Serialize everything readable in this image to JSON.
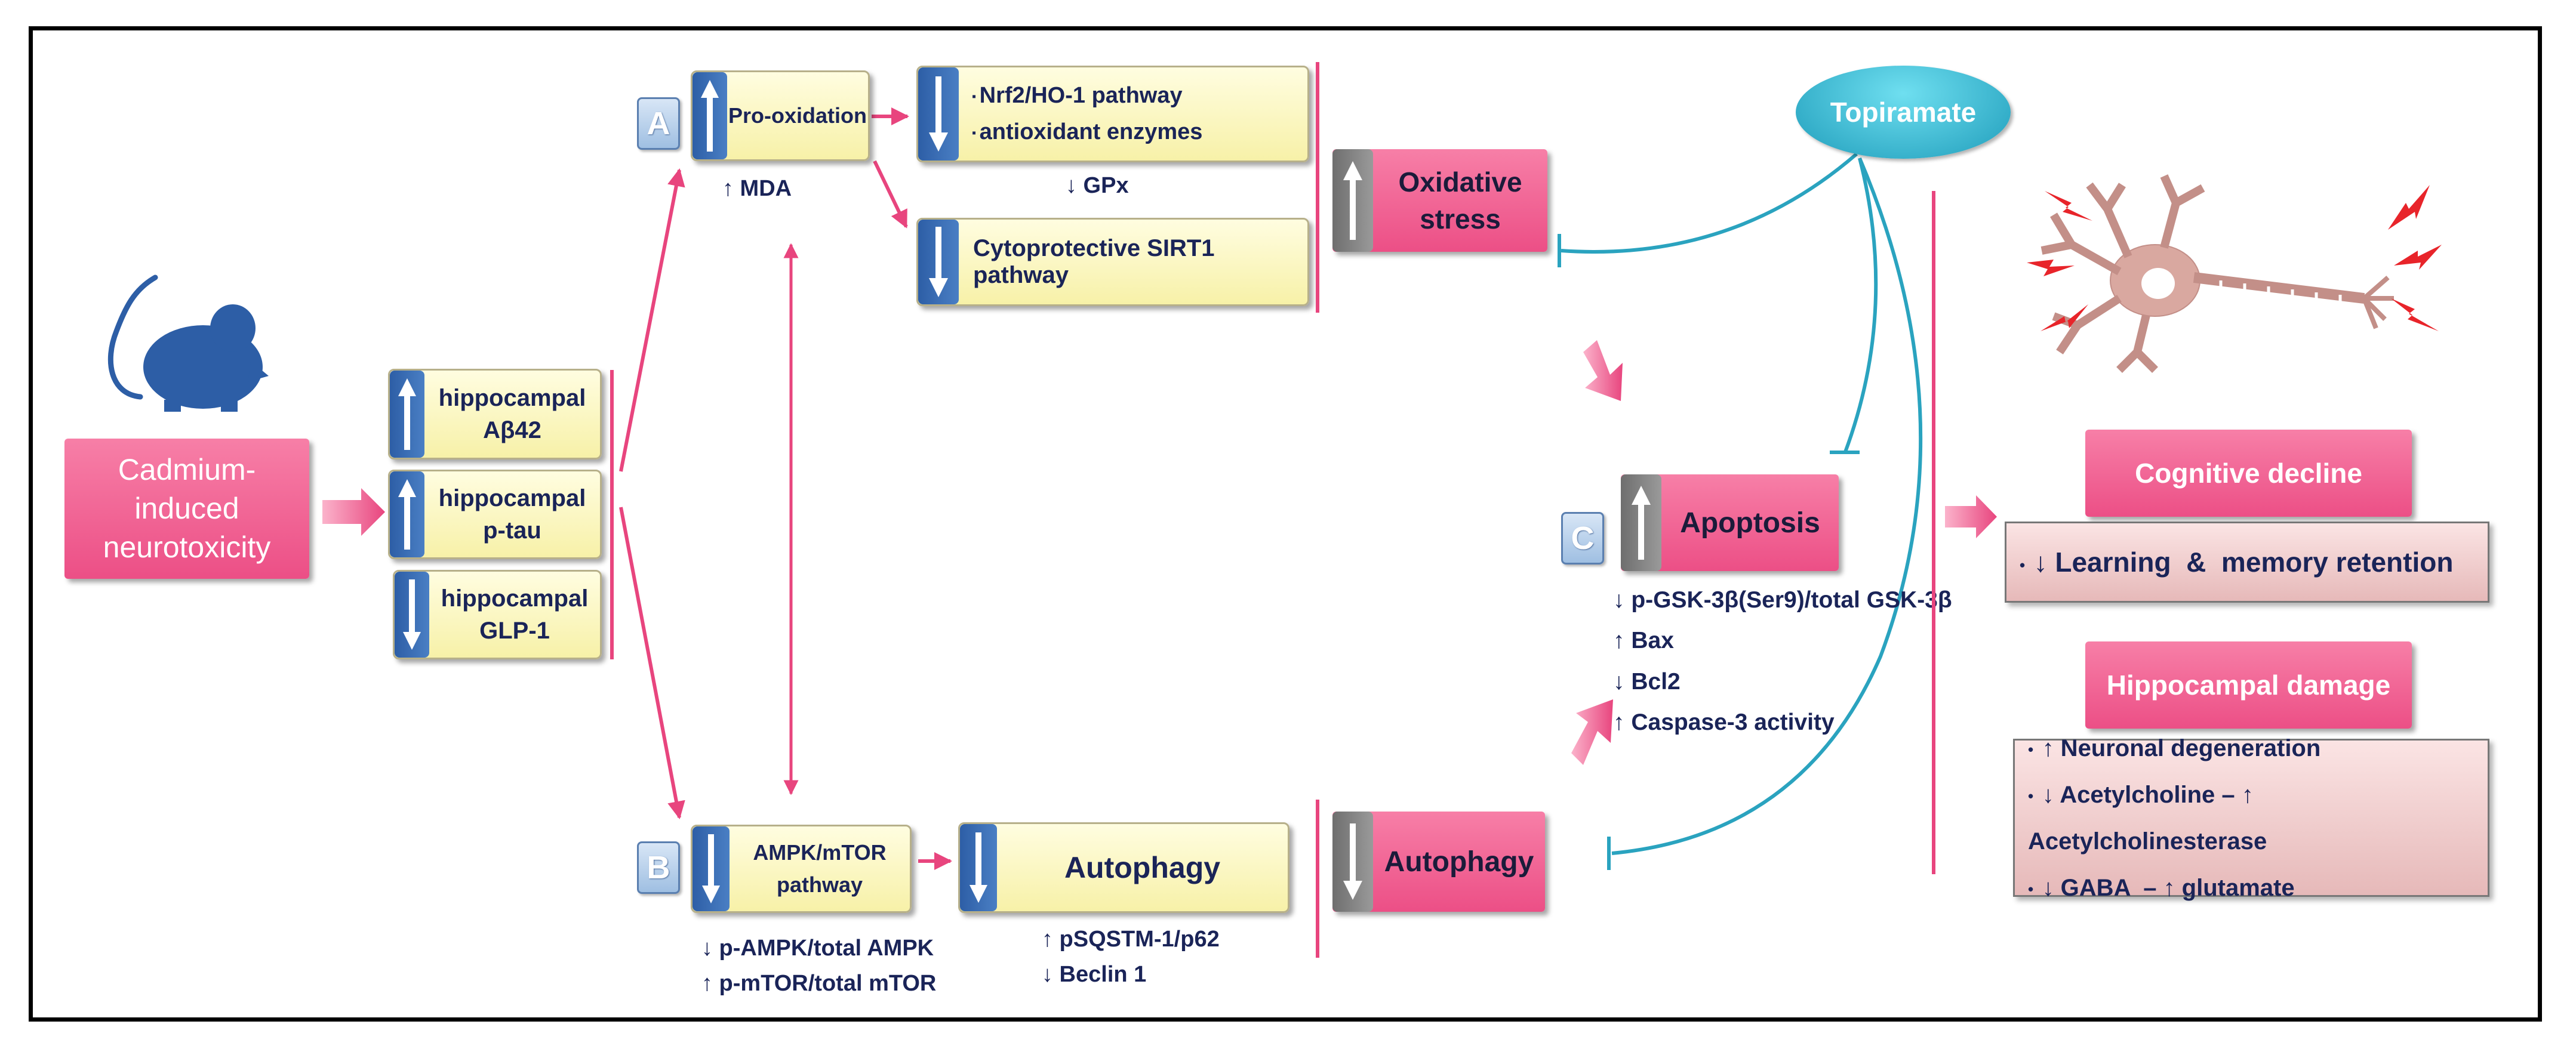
{
  "cause": {
    "label": "Cadmium-induced neurotoxicity"
  },
  "hippocampal": [
    {
      "line1": "hippocampal",
      "line2": "Aβ42",
      "direction": "up"
    },
    {
      "line1": "hippocampal",
      "line2": "p-tau",
      "direction": "up"
    },
    {
      "line1": "hippocampal",
      "line2": "GLP-1",
      "direction": "down"
    }
  ],
  "panel_a": {
    "letter": "A",
    "pro_oxidation": "Pro-oxidation",
    "mda": "↑ MDA",
    "nrf2_line1": "Nrf2/HO-1 pathway",
    "nrf2_line2": "antioxidant enzymes",
    "gpx": "↓ GPx",
    "sirt1": "Cytoprotective SIRT1 pathway",
    "oxidative_line1": "Oxidative",
    "oxidative_line2": "stress"
  },
  "panel_b": {
    "letter": "B",
    "ampk_line1": "AMPK/mTOR",
    "ampk_line2": "pathway",
    "ampk_notes": [
      "↓ p-AMPK/total AMPK",
      "↑ p-mTOR/total mTOR"
    ],
    "autophagy": "Autophagy",
    "autophagy_notes": [
      "↑ pSQSTM-1/p62",
      "↓ Beclin 1"
    ],
    "autophagy_result": "Autophagy"
  },
  "panel_c": {
    "letter": "C",
    "apoptosis": "Apoptosis",
    "notes": [
      "↓ p-GSK-3β(Ser9)/total GSK-3β",
      "↑ Bax",
      "↓ Bcl2",
      "↑ Caspase-3 activity"
    ]
  },
  "drug": {
    "label": "Topiramate"
  },
  "outcomes": {
    "cognitive": "Cognitive decline",
    "cognitive_items": [
      "↓ Learning  &  memory retention"
    ],
    "hippocampal_damage": "Hippocampal damage",
    "damage_items": [
      "↑ Neuronal degeneration",
      "↓ Acetylcholine – ↑ Acetylcholinesterase",
      "↓ GABA  – ↑ glutamate"
    ]
  },
  "icons": {
    "mouse": "mouse-icon",
    "neuron": "neuron-icon",
    "lightning": "lightning-icon"
  },
  "colors": {
    "pink": "#ec4f86",
    "yellow": "#f7f1a8",
    "blue": "#2d5ea6",
    "teal": "#2aa3bf",
    "navy": "#1a2458"
  }
}
